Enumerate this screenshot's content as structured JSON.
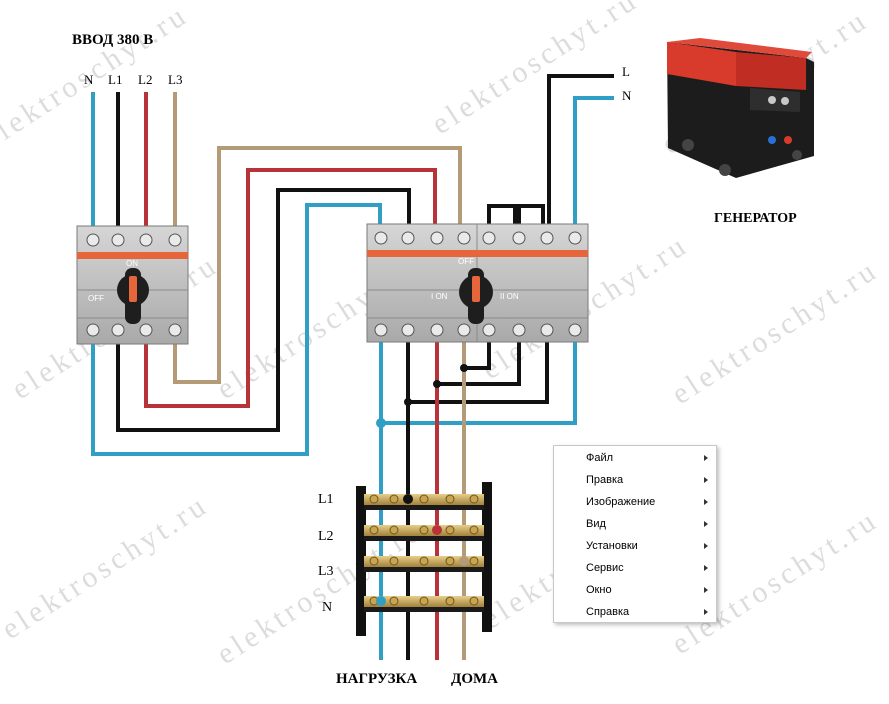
{
  "title": "ВВОД 380 В",
  "input_labels": [
    "N",
    "L1",
    "L2",
    "L3"
  ],
  "output_labels": [
    "L",
    "N"
  ],
  "generator_label": "ГЕНЕРАТОР",
  "switch1": {
    "on": "ON",
    "off": "OFF"
  },
  "switch2": {
    "off": "OFF",
    "one_on": "I ON",
    "two_on": "II ON"
  },
  "busbar_labels": [
    "L1",
    "L2",
    "L3",
    "N"
  ],
  "bottom_label_left": "НАГРУЗКА",
  "bottom_label_right": "ДОМА",
  "watermark": "elektroschyt.ru",
  "context_menu": [
    "Файл",
    "Правка",
    "Изображение",
    "Вид",
    "Установки",
    "Сервис",
    "Окно",
    "Справка"
  ],
  "colors": {
    "blue": "#2f9fc6",
    "black": "#111111",
    "red": "#b8323a",
    "tan": "#b59a77",
    "switch_gray": "#c2c2c2",
    "switch_band": "#e6653a",
    "handle": "#1e1e1e",
    "generator_red": "#d83a2c"
  }
}
